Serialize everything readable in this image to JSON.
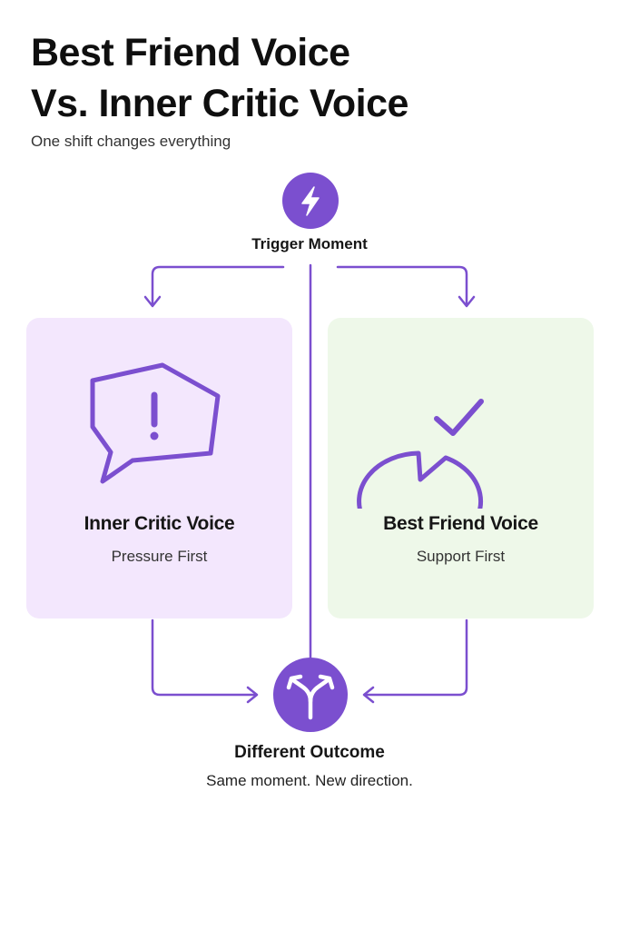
{
  "header": {
    "title_line1": "Best Friend Voice",
    "title_line2": "Vs. Inner Critic Voice",
    "subtitle": "One shift changes everything"
  },
  "trigger": {
    "label": "Trigger Moment",
    "icon": "lightning-bolt-icon"
  },
  "cards": {
    "critic": {
      "title": "Inner Critic Voice",
      "subtitle": "Pressure First",
      "icon": "exclamation-speech-bubble-icon",
      "background": "#f3e7fd"
    },
    "friend": {
      "title": "Best Friend Voice",
      "subtitle": "Support First",
      "icon": "checkmark-speech-bubble-icon",
      "background": "#eef8e9"
    }
  },
  "outcome": {
    "label": "Different Outcome",
    "subtitle": "Same moment. New direction.",
    "icon": "split-arrow-icon"
  },
  "colors": {
    "accent": "#7b4fcf",
    "critic_card": "#f3e7fd",
    "friend_card": "#eef8e9"
  }
}
